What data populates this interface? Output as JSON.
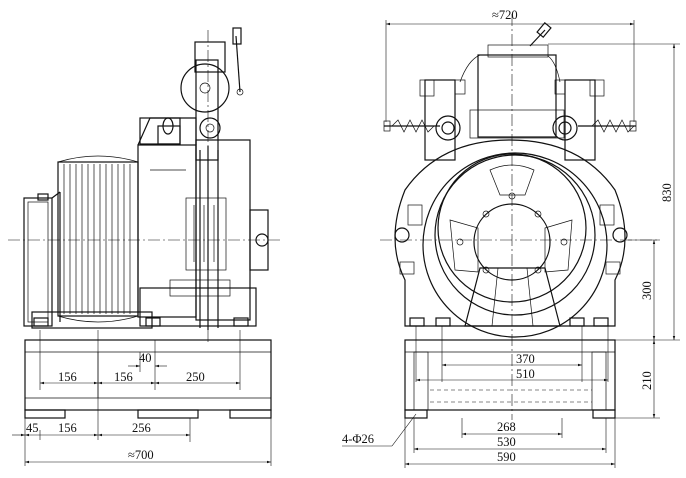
{
  "dimensions": {
    "front": {
      "d45": "45",
      "d156_bottom": "156",
      "d256": "256",
      "d700": "≈700",
      "d156_a": "156",
      "d156_b": "156",
      "d250": "250",
      "d40": "40"
    },
    "side": {
      "d720": "≈720",
      "d830": "830",
      "d300": "300",
      "d210": "210",
      "d370": "370",
      "d510": "510",
      "d268": "268",
      "d530": "530",
      "d590": "590",
      "holes": "4-Φ26"
    }
  }
}
